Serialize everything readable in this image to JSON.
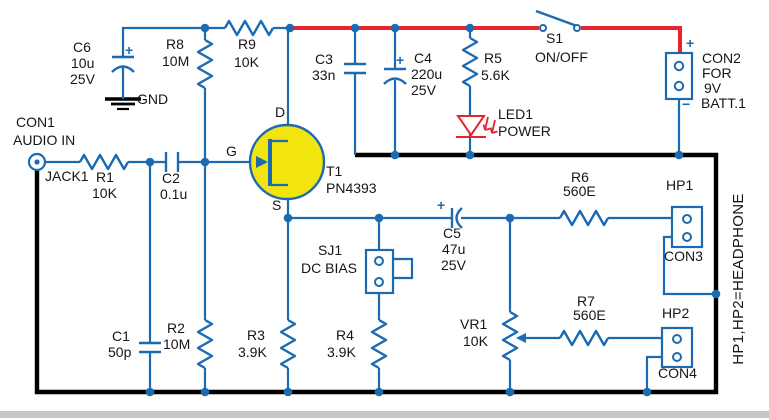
{
  "colors": {
    "wire_blue": "#1c6bb0",
    "power_red": "#e8232b",
    "bus_black": "#000000",
    "transistor_yellow": "#f2e40e",
    "label_black": "#161616",
    "background": "#ffffff",
    "bottom_edge_gray": "#c5c5c5"
  },
  "components": {
    "con1": {
      "ref": "CON1",
      "desc": "AUDIO IN",
      "jack": "JACK1"
    },
    "c6": {
      "ref": "C6",
      "value": "10u",
      "voltage": "25V",
      "plus": "+"
    },
    "gnd": {
      "label": "GND"
    },
    "r8": {
      "ref": "R8",
      "value": "10M"
    },
    "r9": {
      "ref": "R9",
      "value": "10K"
    },
    "r1": {
      "ref": "R1",
      "value": "10K"
    },
    "c2": {
      "ref": "C2",
      "value": "0.1u"
    },
    "c1": {
      "ref": "C1",
      "value": "50p"
    },
    "r2": {
      "ref": "R2",
      "value": "10M"
    },
    "t1": {
      "ref": "T1",
      "part": "PN4393",
      "drain": "D",
      "gate": "G",
      "source": "S"
    },
    "c3": {
      "ref": "C3",
      "value": "33n"
    },
    "c4": {
      "ref": "C4",
      "value": "220u",
      "voltage": "25V",
      "plus": "+"
    },
    "r5": {
      "ref": "R5",
      "value": "5.6K"
    },
    "led1": {
      "ref": "LED1",
      "desc": "POWER"
    },
    "s1": {
      "ref": "S1",
      "desc": "ON/OFF"
    },
    "con2": {
      "ref": "CON2",
      "desc_line1": "FOR",
      "desc_line2": "9V",
      "desc_line3": "BATT.1",
      "plus": "+",
      "minus": "−"
    },
    "r3": {
      "ref": "R3",
      "value": "3.9K"
    },
    "r4": {
      "ref": "R4",
      "value": "3.9K"
    },
    "sj1": {
      "ref": "SJ1",
      "desc": "DC BIAS"
    },
    "c5": {
      "ref": "C5",
      "value": "47u",
      "voltage": "25V",
      "plus": "+"
    },
    "r6": {
      "ref": "R6",
      "value": "560E"
    },
    "r7": {
      "ref": "R7",
      "value": "560E"
    },
    "vr1": {
      "ref": "VR1",
      "value": "10K"
    },
    "hp1": {
      "ref": "HP1",
      "connector": "CON3"
    },
    "hp2": {
      "ref": "HP2",
      "connector": "CON4"
    }
  },
  "note": "HP1,HP2=HEADPHONE"
}
